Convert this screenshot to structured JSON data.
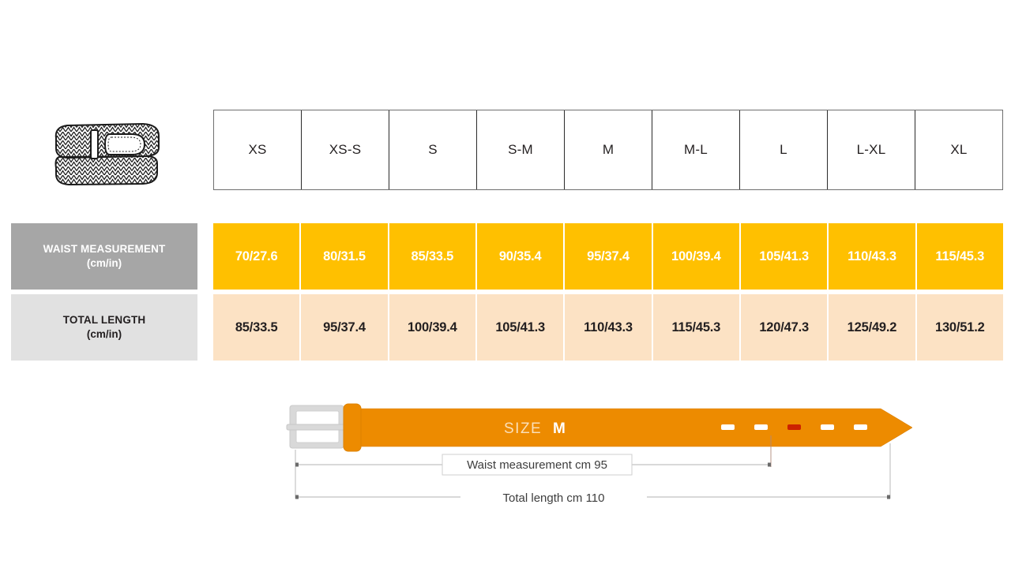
{
  "product_icon": {
    "name": "braided-belt-illustration",
    "alt": "Braided woven belt coiled"
  },
  "table": {
    "size_headers": [
      "XS",
      "XS-S",
      "S",
      "S-M",
      "M",
      "M-L",
      "L",
      "L-XL",
      "XL"
    ],
    "rows": [
      {
        "label_line1": "WAIST MEASUREMENT",
        "label_line2": "(cm/in)",
        "label_bg": "#A6A6A6",
        "label_color": "#FFFFFF",
        "cell_bg": "#FFC000",
        "cell_color": "#FFFFFF",
        "values": [
          "70/27.6",
          "80/31.5",
          "85/33.5",
          "90/35.4",
          "95/37.4",
          "100/39.4",
          "105/41.3",
          "110/43.3",
          "115/45.3"
        ]
      },
      {
        "label_line1": "TOTAL LENGTH",
        "label_line2": "(cm/in)",
        "label_bg": "#E1E1E1",
        "label_color": "#231F20",
        "cell_bg": "#FCE2C4",
        "cell_color": "#231F20",
        "values": [
          "85/33.5",
          "95/37.4",
          "100/39.4",
          "105/41.3",
          "110/43.3",
          "115/45.3",
          "120/47.3",
          "125/49.2",
          "130/51.2"
        ]
      }
    ]
  },
  "diagram": {
    "size_caption_label": "SIZE",
    "size_caption_value": "M",
    "waist_dimension_label": "Waist measurement cm 95",
    "total_dimension_label": "Total length cm 110",
    "holes_count": 5,
    "active_hole_index": 2,
    "belt_color": "#ED8B00",
    "buckle_color": "#D9D9D9",
    "active_hole_color": "#CC2200"
  },
  "chart_data": {
    "type": "table",
    "title": "Belt Size Chart",
    "categories": [
      "XS",
      "XS-S",
      "S",
      "S-M",
      "M",
      "M-L",
      "L",
      "L-XL",
      "XL"
    ],
    "series": [
      {
        "name": "Waist measurement (cm)",
        "values": [
          70,
          80,
          85,
          90,
          95,
          100,
          105,
          110,
          115
        ],
        "values_in": [
          27.6,
          31.5,
          33.5,
          35.4,
          37.4,
          39.4,
          41.3,
          43.3,
          45.3
        ]
      },
      {
        "name": "Total length (cm)",
        "values": [
          85,
          95,
          100,
          105,
          110,
          115,
          120,
          125,
          130
        ],
        "values_in": [
          33.5,
          37.4,
          39.4,
          41.3,
          43.3,
          45.3,
          47.3,
          49.2,
          51.2
        ]
      }
    ],
    "xlabel": "Size",
    "ylabel": "Measurement (cm/in)",
    "highlighted_category": "M"
  }
}
